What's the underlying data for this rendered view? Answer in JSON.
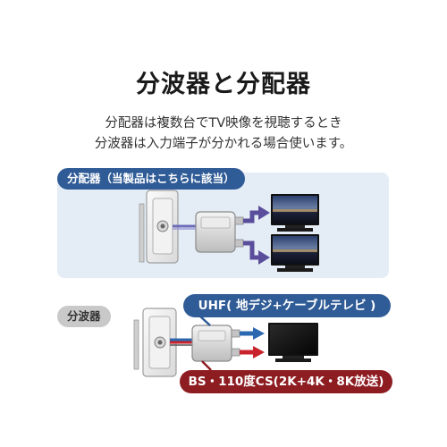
{
  "title": "分波器と分配器",
  "description": {
    "line1": "分配器は複数台でTV映像を視聴するとき",
    "line2": "分波器は入力端子が分かれる場合使います。"
  },
  "splitter_section": {
    "label": "分配器（当製品はこちらに該当）"
  },
  "separator_section": {
    "label": "分波器",
    "uhf_label": "UHF( 地デジ+ケーブルテレビ )",
    "bs_label": "BS・110度CS(2K+4K・8K放送)"
  },
  "colors": {
    "navy": "#2f5b96",
    "maroon": "#8e1d22",
    "panel": "#e4edf6",
    "arrow_purple": "#5a4e9c",
    "arrow_blue": "#2c68b0",
    "arrow_red": "#c8222c"
  }
}
